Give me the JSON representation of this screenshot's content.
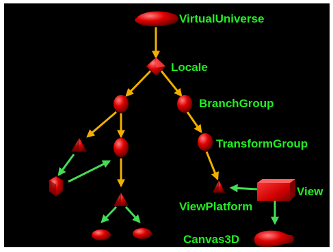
{
  "diagram": {
    "background_color": "#000000",
    "node_color": "#e00000",
    "label_color": "#22ee22",
    "edge_color_down": "#f0b000",
    "edge_color_green": "#44dd55"
  },
  "labels": {
    "virtual_universe": "VirtualUniverse",
    "locale": "Locale",
    "branch_group": "BranchGroup",
    "transform_group": "TransformGroup",
    "view_platform": "ViewPlatform",
    "view": "View",
    "canvas3d": "Canvas3D"
  },
  "nodes": [
    {
      "id": "virtual-universe",
      "kind": "universe-blob",
      "label_key": "virtual_universe"
    },
    {
      "id": "locale",
      "kind": "diamond",
      "label_key": "locale"
    },
    {
      "id": "branch-group-left",
      "kind": "sphere"
    },
    {
      "id": "branch-group-right",
      "kind": "sphere",
      "label_key": "branch_group"
    },
    {
      "id": "transform-group-left",
      "kind": "sphere"
    },
    {
      "id": "transform-group-right",
      "kind": "sphere",
      "label_key": "transform_group"
    },
    {
      "id": "leaf-triangle-a",
      "kind": "triangle"
    },
    {
      "id": "leaf-hexagon",
      "kind": "hexagon"
    },
    {
      "id": "leaf-triangle-b",
      "kind": "triangle"
    },
    {
      "id": "leaf-oval-a",
      "kind": "oval"
    },
    {
      "id": "leaf-oval-b",
      "kind": "oval"
    },
    {
      "id": "view-platform",
      "kind": "triangle",
      "label_key": "view_platform"
    },
    {
      "id": "view",
      "kind": "box",
      "label_key": "view"
    },
    {
      "id": "canvas3d",
      "kind": "canvas-blob",
      "label_key": "canvas3d"
    }
  ]
}
